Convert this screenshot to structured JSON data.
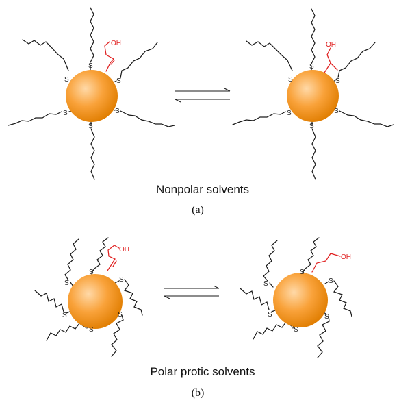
{
  "panel_a": {
    "caption": "Nonpolar solvents",
    "sublabel": "(a)",
    "left_particle": {
      "substituent_label": "OH"
    },
    "right_particle": {
      "substituent_label": "OH"
    }
  },
  "panel_b": {
    "caption": "Polar protic solvents",
    "sublabel": "(b)",
    "left_particle": {
      "substituent_label": "OH"
    },
    "right_particle": {
      "substituent_label": "OH"
    }
  },
  "atom_labels": {
    "sulfur": "S"
  },
  "colors": {
    "particle_core": "#ffd9a8",
    "particle_mid": "#f9a23a",
    "particle_edge": "#e07d00",
    "chain": "#1a1a1a",
    "substituent": "#e02020"
  }
}
